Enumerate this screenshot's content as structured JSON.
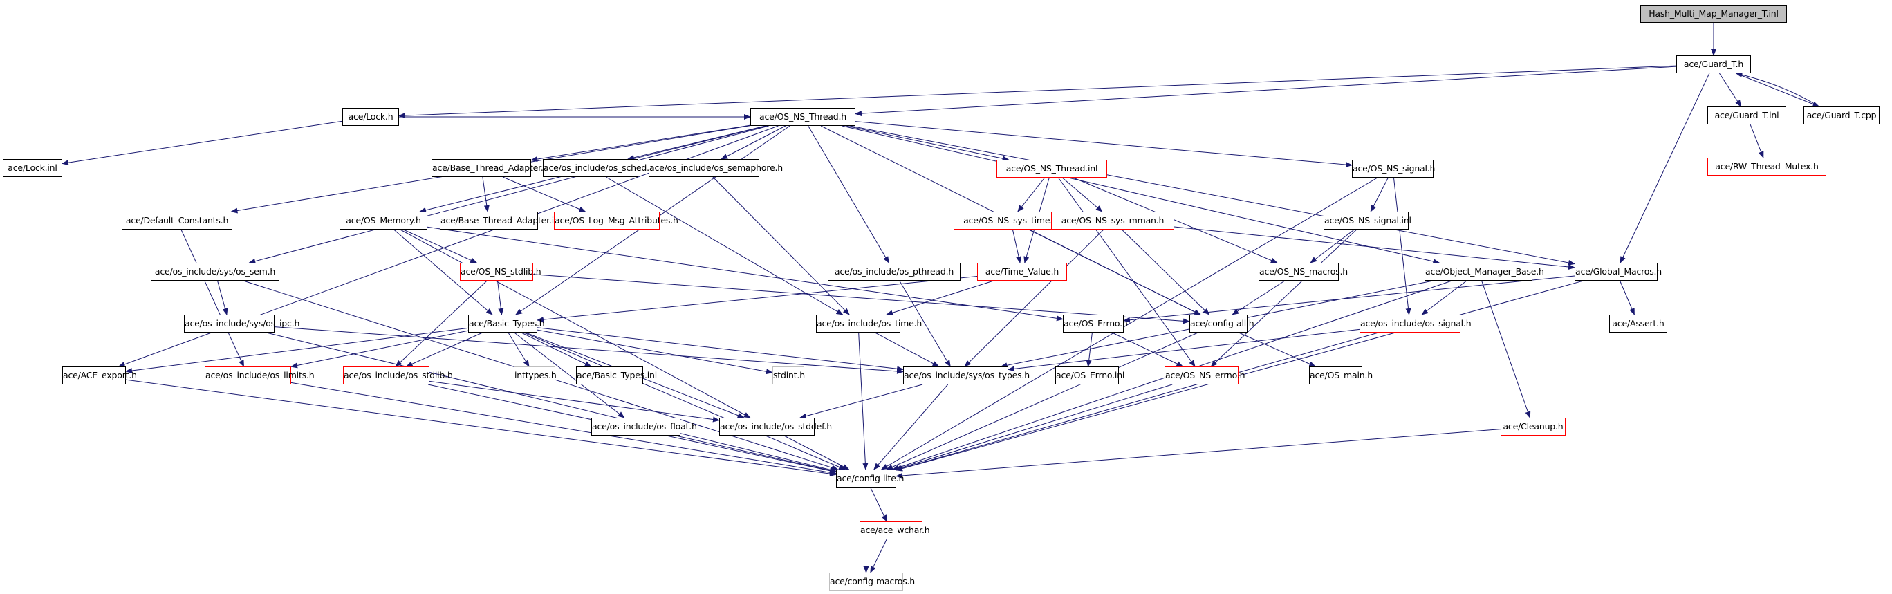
{
  "title": "Hash_Multi_Map_Manager_T.inl include dependency graph",
  "colors": {
    "edge": "#191970",
    "root_fill": "#bfbfbf",
    "node_border": "#000000",
    "missing_border": "#ff0000",
    "external_border": "#bfbfbf"
  },
  "nodes": [
    {
      "id": "root",
      "label": "Hash_Multi_Map_Manager_T.inl",
      "kind": "root"
    },
    {
      "id": "guard_h",
      "label": "ace/Guard_T.h",
      "kind": "normal"
    },
    {
      "id": "guard_inl",
      "label": "ace/Guard_T.inl",
      "kind": "normal"
    },
    {
      "id": "guard_cpp",
      "label": "ace/Guard_T.cpp",
      "kind": "normal"
    },
    {
      "id": "rw_mutex",
      "label": "ace/RW_Thread_Mutex.h",
      "kind": "missing"
    },
    {
      "id": "lock_h",
      "label": "ace/Lock.h",
      "kind": "normal"
    },
    {
      "id": "lock_inl",
      "label": "ace/Lock.inl",
      "kind": "normal"
    },
    {
      "id": "os_ns_thread_h",
      "label": "ace/OS_NS_Thread.h",
      "kind": "normal"
    },
    {
      "id": "bta_h",
      "label": "ace/Base_Thread_Adapter.h",
      "kind": "normal"
    },
    {
      "id": "os_sched",
      "label": "ace/os_include/os_sched.h",
      "kind": "normal"
    },
    {
      "id": "os_semaphore",
      "label": "ace/os_include/os_semaphore.h",
      "kind": "normal"
    },
    {
      "id": "os_ns_thread_inl",
      "label": "ace/OS_NS_Thread.inl",
      "kind": "missing"
    },
    {
      "id": "os_ns_signal_h",
      "label": "ace/OS_NS_signal.h",
      "kind": "normal"
    },
    {
      "id": "default_constants",
      "label": "ace/Default_Constants.h",
      "kind": "normal"
    },
    {
      "id": "os_memory",
      "label": "ace/OS_Memory.h",
      "kind": "normal"
    },
    {
      "id": "bta_inl",
      "label": "ace/Base_Thread_Adapter.inl",
      "kind": "normal"
    },
    {
      "id": "os_log_msg",
      "label": "ace/OS_Log_Msg_Attributes.h",
      "kind": "missing"
    },
    {
      "id": "os_ns_sys_time",
      "label": "ace/OS_NS_sys_time.h",
      "kind": "missing"
    },
    {
      "id": "os_ns_sys_mman",
      "label": "ace/OS_NS_sys_mman.h",
      "kind": "missing"
    },
    {
      "id": "os_ns_signal_inl",
      "label": "ace/OS_NS_signal.inl",
      "kind": "normal"
    },
    {
      "id": "os_sem",
      "label": "ace/os_include/sys/os_sem.h",
      "kind": "normal"
    },
    {
      "id": "os_ns_stdlib",
      "label": "ace/OS_NS_stdlib.h",
      "kind": "missing"
    },
    {
      "id": "os_pthread",
      "label": "ace/os_include/os_pthread.h",
      "kind": "normal"
    },
    {
      "id": "time_value",
      "label": "ace/Time_Value.h",
      "kind": "missing"
    },
    {
      "id": "os_ns_macros",
      "label": "ace/OS_NS_macros.h",
      "kind": "normal"
    },
    {
      "id": "omb",
      "label": "ace/Object_Manager_Base.h",
      "kind": "normal"
    },
    {
      "id": "global_macros",
      "label": "ace/Global_Macros.h",
      "kind": "normal"
    },
    {
      "id": "os_ipc",
      "label": "ace/os_include/sys/os_ipc.h",
      "kind": "normal"
    },
    {
      "id": "basic_types_h",
      "label": "ace/Basic_Types.h",
      "kind": "normal"
    },
    {
      "id": "os_time",
      "label": "ace/os_include/os_time.h",
      "kind": "normal"
    },
    {
      "id": "os_errno_h",
      "label": "ace/OS_Errno.h",
      "kind": "normal"
    },
    {
      "id": "config_all",
      "label": "ace/config-all.h",
      "kind": "normal"
    },
    {
      "id": "os_signal",
      "label": "ace/os_include/os_signal.h",
      "kind": "missing"
    },
    {
      "id": "assert_h",
      "label": "ace/Assert.h",
      "kind": "normal"
    },
    {
      "id": "ace_export",
      "label": "ace/ACE_export.h",
      "kind": "normal"
    },
    {
      "id": "os_limits",
      "label": "ace/os_include/os_limits.h",
      "kind": "missing"
    },
    {
      "id": "os_stdlib",
      "label": "ace/os_include/os_stdlib.h",
      "kind": "missing"
    },
    {
      "id": "inttypes",
      "label": "inttypes.h",
      "kind": "external"
    },
    {
      "id": "basic_types_inl",
      "label": "ace/Basic_Types.inl",
      "kind": "normal"
    },
    {
      "id": "stdint",
      "label": "stdint.h",
      "kind": "external"
    },
    {
      "id": "os_types",
      "label": "ace/os_include/sys/os_types.h",
      "kind": "normal"
    },
    {
      "id": "os_errno_inl",
      "label": "ace/OS_Errno.inl",
      "kind": "normal"
    },
    {
      "id": "os_ns_errno",
      "label": "ace/OS_NS_errno.h",
      "kind": "missing"
    },
    {
      "id": "os_main",
      "label": "ace/OS_main.h",
      "kind": "normal"
    },
    {
      "id": "os_float",
      "label": "ace/os_include/os_float.h",
      "kind": "normal"
    },
    {
      "id": "os_stddef",
      "label": "ace/os_include/os_stddef.h",
      "kind": "normal"
    },
    {
      "id": "cleanup",
      "label": "ace/Cleanup.h",
      "kind": "missing"
    },
    {
      "id": "config_lite",
      "label": "ace/config-lite.h",
      "kind": "normal"
    },
    {
      "id": "ace_wchar",
      "label": "ace/ace_wchar.h",
      "kind": "missing"
    },
    {
      "id": "config_macros",
      "label": "ace/config-macros.h",
      "kind": "external"
    }
  ],
  "edges": [
    [
      "root",
      "guard_h"
    ],
    [
      "guard_h",
      "lock_h"
    ],
    [
      "guard_h",
      "os_ns_thread_h"
    ],
    [
      "guard_h",
      "guard_inl"
    ],
    [
      "guard_h",
      "guard_cpp"
    ],
    [
      "guard_cpp",
      "guard_h"
    ],
    [
      "guard_h",
      "global_macros"
    ],
    [
      "guard_inl",
      "rw_mutex"
    ],
    [
      "lock_h",
      "lock_inl"
    ],
    [
      "lock_h",
      "os_ns_thread_h"
    ],
    [
      "os_ns_thread_h",
      "bta_h"
    ],
    [
      "os_ns_thread_h",
      "os_sched"
    ],
    [
      "os_ns_thread_h",
      "os_semaphore"
    ],
    [
      "os_ns_thread_h",
      "os_ns_thread_inl"
    ],
    [
      "os_ns_thread_h",
      "os_ns_signal_h"
    ],
    [
      "os_ns_thread_h",
      "default_constants"
    ],
    [
      "os_ns_thread_h",
      "os_memory"
    ],
    [
      "os_ns_thread_h",
      "os_sem"
    ],
    [
      "os_ns_thread_h",
      "os_pthread"
    ],
    [
      "os_ns_thread_h",
      "omb"
    ],
    [
      "os_ns_thread_h",
      "global_macros"
    ],
    [
      "os_ns_thread_h",
      "basic_types_h"
    ],
    [
      "os_ns_thread_h",
      "config_all"
    ],
    [
      "os_ns_thread_h",
      "ace_export"
    ],
    [
      "bta_h",
      "bta_inl"
    ],
    [
      "bta_h",
      "os_log_msg"
    ],
    [
      "os_sched",
      "os_time"
    ],
    [
      "os_semaphore",
      "os_time"
    ],
    [
      "os_ns_thread_inl",
      "os_ns_sys_time"
    ],
    [
      "os_ns_thread_inl",
      "os_ns_sys_mman"
    ],
    [
      "os_ns_thread_inl",
      "time_value"
    ],
    [
      "os_ns_thread_inl",
      "os_ns_macros"
    ],
    [
      "os_ns_thread_inl",
      "os_ns_errno"
    ],
    [
      "os_ns_signal_h",
      "os_ns_signal_inl"
    ],
    [
      "os_ns_signal_h",
      "os_signal"
    ],
    [
      "os_ns_signal_h",
      "config_lite"
    ],
    [
      "os_ns_signal_inl",
      "os_ns_macros"
    ],
    [
      "os_ns_signal_inl",
      "os_ns_errno"
    ],
    [
      "default_constants",
      "os_limits"
    ],
    [
      "os_memory",
      "os_ns_stdlib"
    ],
    [
      "os_memory",
      "basic_types_h"
    ],
    [
      "os_memory",
      "os_errno_h"
    ],
    [
      "os_memory",
      "os_stddef"
    ],
    [
      "os_ns_sys_time",
      "time_value"
    ],
    [
      "os_ns_sys_time",
      "config_all"
    ],
    [
      "os_ns_sys_mman",
      "os_types"
    ],
    [
      "os_ns_sys_mman",
      "config_all"
    ],
    [
      "os_ns_sys_mman",
      "global_macros"
    ],
    [
      "os_sem",
      "os_ipc"
    ],
    [
      "os_sem",
      "config_lite"
    ],
    [
      "os_ns_stdlib",
      "basic_types_h"
    ],
    [
      "os_ns_stdlib",
      "os_stdlib"
    ],
    [
      "os_ns_stdlib",
      "config_all"
    ],
    [
      "os_pthread",
      "os_types"
    ],
    [
      "time_value",
      "basic_types_h"
    ],
    [
      "time_value",
      "os_time"
    ],
    [
      "os_ns_macros",
      "config_all"
    ],
    [
      "omb",
      "os_signal"
    ],
    [
      "omb",
      "os_types"
    ],
    [
      "omb",
      "cleanup"
    ],
    [
      "omb",
      "config_lite"
    ],
    [
      "global_macros",
      "assert_h"
    ],
    [
      "global_macros",
      "os_errno_h"
    ],
    [
      "global_macros",
      "config_lite"
    ],
    [
      "os_ipc",
      "os_types"
    ],
    [
      "os_ipc",
      "config_lite"
    ],
    [
      "basic_types_h",
      "ace_export"
    ],
    [
      "basic_types_h",
      "os_limits"
    ],
    [
      "basic_types_h",
      "os_stdlib"
    ],
    [
      "basic_types_h",
      "inttypes"
    ],
    [
      "basic_types_h",
      "basic_types_inl"
    ],
    [
      "basic_types_h",
      "stdint"
    ],
    [
      "basic_types_h",
      "os_types"
    ],
    [
      "basic_types_h",
      "os_float"
    ],
    [
      "basic_types_h",
      "os_stddef"
    ],
    [
      "basic_types_h",
      "config_lite"
    ],
    [
      "os_time",
      "os_types"
    ],
    [
      "os_time",
      "config_lite"
    ],
    [
      "os_errno_h",
      "os_errno_inl"
    ],
    [
      "os_errno_h",
      "os_ns_errno"
    ],
    [
      "config_all",
      "os_main"
    ],
    [
      "config_all",
      "config_lite"
    ],
    [
      "os_signal",
      "os_types"
    ],
    [
      "os_signal",
      "config_lite"
    ],
    [
      "ace_export",
      "config_lite"
    ],
    [
      "os_limits",
      "config_lite"
    ],
    [
      "os_stdlib",
      "os_stddef"
    ],
    [
      "os_stdlib",
      "config_lite"
    ],
    [
      "os_types",
      "os_stddef"
    ],
    [
      "os_types",
      "config_lite"
    ],
    [
      "os_ns_errno",
      "config_lite"
    ],
    [
      "os_float",
      "config_lite"
    ],
    [
      "os_stddef",
      "config_lite"
    ],
    [
      "cleanup",
      "config_lite"
    ],
    [
      "config_lite",
      "ace_wchar"
    ],
    [
      "config_lite",
      "config_macros"
    ],
    [
      "ace_wchar",
      "config_macros"
    ]
  ]
}
